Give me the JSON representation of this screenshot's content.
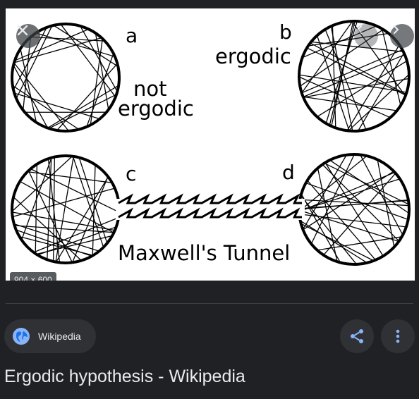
{
  "preview": {
    "image_size": "904 × 600",
    "labels": {
      "a": "a",
      "b": "b",
      "c": "c",
      "d": "d",
      "not_ergodic_line1": "not",
      "not_ergodic_line2": "ergodic",
      "ergodic": "ergodic",
      "tunnel": "Maxwell's Tunnel"
    },
    "icons": {
      "close": "close-icon",
      "prev": "chevron-left-icon",
      "next": "chevron-right-icon"
    }
  },
  "source": {
    "name": "Wikipedia",
    "icon": "globe-icon",
    "icon_color": "#8ab4f8"
  },
  "actions": {
    "share_icon": "share-icon",
    "more_icon": "more-vertical-icon"
  },
  "result": {
    "title": "Ergodic hypothesis - Wikipedia"
  },
  "colors": {
    "background": "#202124",
    "chip": "#303134",
    "text": "#e8eaed",
    "accent": "#8ab4f8"
  }
}
